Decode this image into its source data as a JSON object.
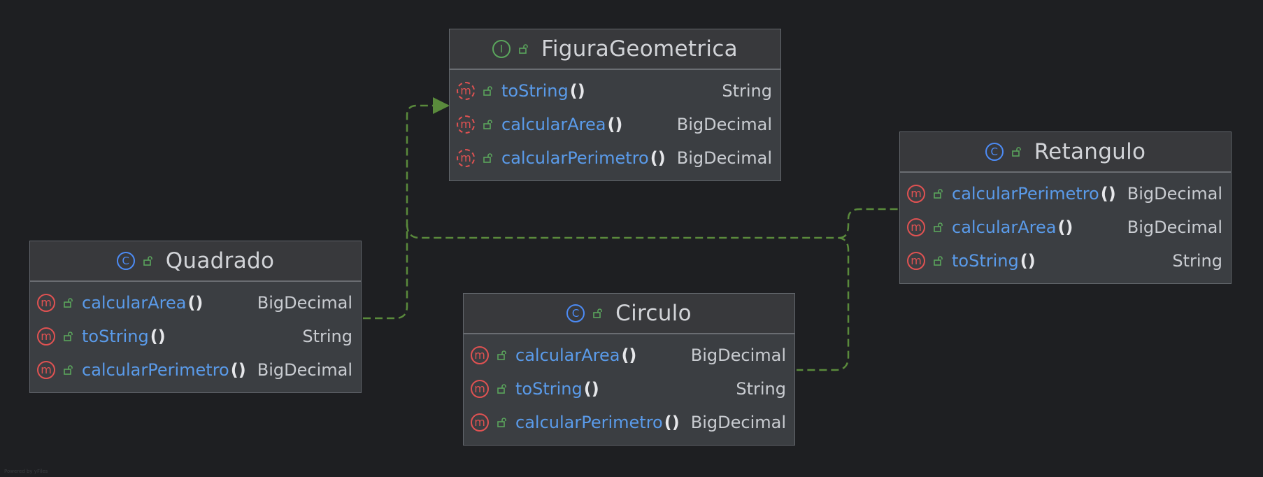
{
  "diagram": {
    "interface": {
      "name": "FiguraGeometrica",
      "badge": "I",
      "methods": [
        {
          "name": "toString",
          "parens": "()",
          "type": "String"
        },
        {
          "name": "calcularArea",
          "parens": "()",
          "type": "BigDecimal"
        },
        {
          "name": "calcularPerimetro",
          "parens": "()",
          "type": "BigDecimal"
        }
      ]
    },
    "classes": {
      "quadrado": {
        "name": "Quadrado",
        "badge": "C",
        "methods": [
          {
            "name": "calcularArea",
            "parens": "()",
            "type": "BigDecimal"
          },
          {
            "name": "toString",
            "parens": "()",
            "type": "String"
          },
          {
            "name": "calcularPerimetro",
            "parens": "()",
            "type": "BigDecimal"
          }
        ]
      },
      "circulo": {
        "name": "Circulo",
        "badge": "C",
        "methods": [
          {
            "name": "calcularArea",
            "parens": "()",
            "type": "BigDecimal"
          },
          {
            "name": "toString",
            "parens": "()",
            "type": "String"
          },
          {
            "name": "calcularPerimetro",
            "parens": "()",
            "type": "BigDecimal"
          }
        ]
      },
      "retangulo": {
        "name": "Retangulo",
        "badge": "C",
        "methods": [
          {
            "name": "calcularPerimetro",
            "parens": "()",
            "type": "BigDecimal"
          },
          {
            "name": "calcularArea",
            "parens": "()",
            "type": "BigDecimal"
          },
          {
            "name": "toString",
            "parens": "()",
            "type": "String"
          }
        ]
      }
    },
    "method_badge": "m",
    "footer": "Powered by yFiles",
    "colors": {
      "background": "#1e1f22",
      "class_badge": "#4c8bf5",
      "interface_badge": "#5aa55c",
      "method_badge": "#e05252",
      "method_name": "#5a9bea",
      "connector": "#5a8a3c"
    }
  }
}
